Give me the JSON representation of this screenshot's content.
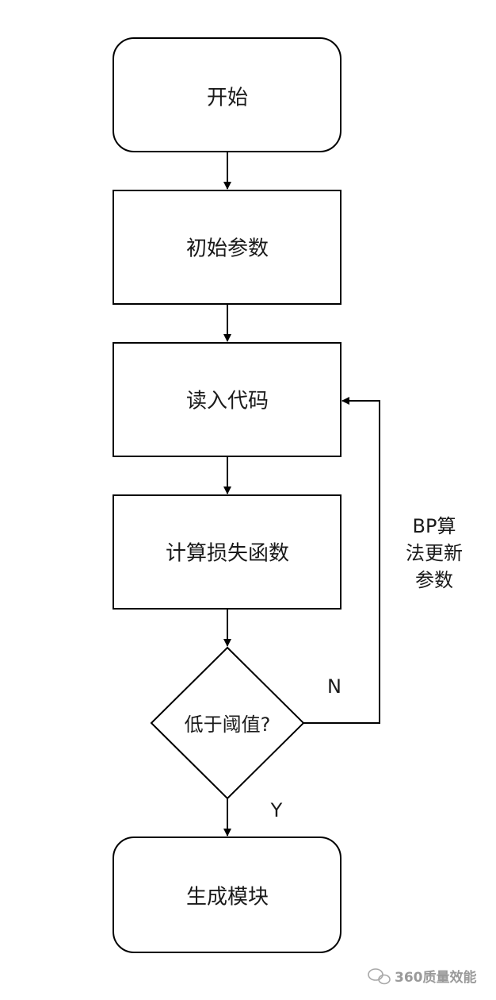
{
  "nodes": {
    "start": "开始",
    "init_params": "初始参数",
    "read_code": "读入代码",
    "compute_loss": "计算损失函数",
    "below_threshold": "低于阈值?",
    "generate_module": "生成模块"
  },
  "edges": {
    "loop_label_line1": "BP算",
    "loop_label_line2": "法更新",
    "loop_label_line3": "参数",
    "no": "N",
    "yes": "Y"
  },
  "watermark": "360质量效能"
}
